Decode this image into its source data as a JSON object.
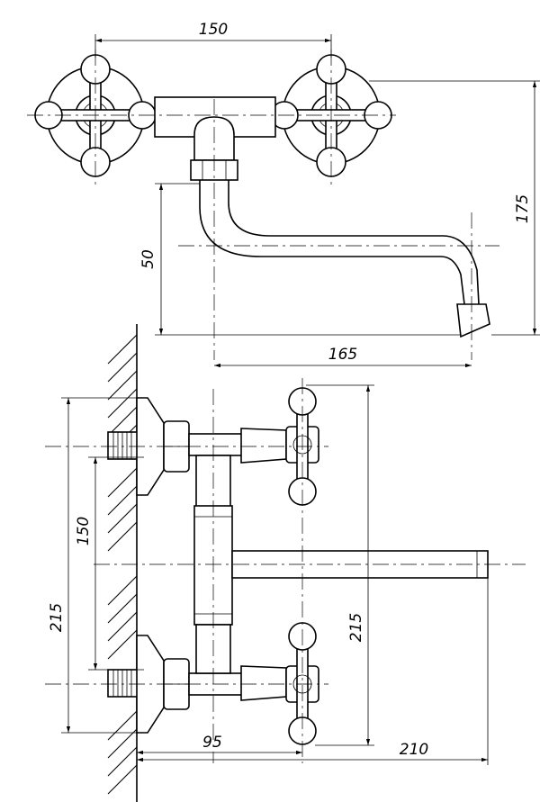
{
  "drawing": {
    "title": "",
    "top_view": {
      "dim_handles_spacing": "150",
      "dim_total_height": "175",
      "dim_spout_height": "50",
      "dim_spout_reach": "165"
    },
    "side_view": {
      "dim_inlet_spacing": "150",
      "dim_left_height": "215",
      "dim_right_height": "215",
      "dim_body_offset": "95",
      "dim_spout_length": "210"
    }
  }
}
